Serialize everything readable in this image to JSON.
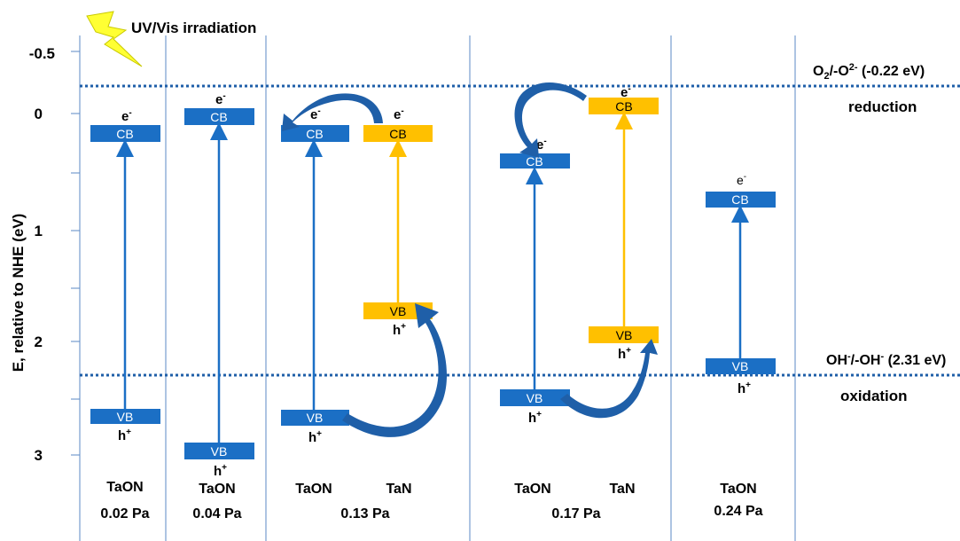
{
  "title": "UV/Vis irradiation",
  "axis": {
    "label": "E, relative to NHE (eV)",
    "ticks": [
      "-0.5",
      "0",
      "1",
      "2",
      "3"
    ]
  },
  "references": {
    "o2": {
      "main": "O",
      "sub": "2",
      "mid": "/-O",
      "sup": "2-",
      "tail": " (-0.22 eV)"
    },
    "reduction": "reduction",
    "oh": {
      "a": "OH",
      "sup1": "-",
      "b": "/-OH",
      "sup2": "-",
      "tail": " (2.31 eV)"
    },
    "oxidation": "oxidation"
  },
  "bands": {
    "cb": "CB",
    "vb": "VB",
    "e": "e",
    "e_sup": "-",
    "h": "h",
    "h_sup": "+"
  },
  "columns": [
    {
      "materials": [
        "TaON"
      ],
      "pressure": "0.02 Pa"
    },
    {
      "materials": [
        "TaON"
      ],
      "pressure": "0.04 Pa"
    },
    {
      "materials": [
        "TaON",
        "TaN"
      ],
      "pressure": "0.13 Pa"
    },
    {
      "materials": [
        "TaON",
        "TaN"
      ],
      "pressure": "0.17 Pa"
    },
    {
      "materials": [
        "TaON"
      ],
      "pressure": "0.24 Pa"
    }
  ],
  "colors": {
    "taon": "#1b6fc5",
    "tan": "#ffc000",
    "arrow": "#1f5fa8",
    "line": "#4a86c8"
  }
}
